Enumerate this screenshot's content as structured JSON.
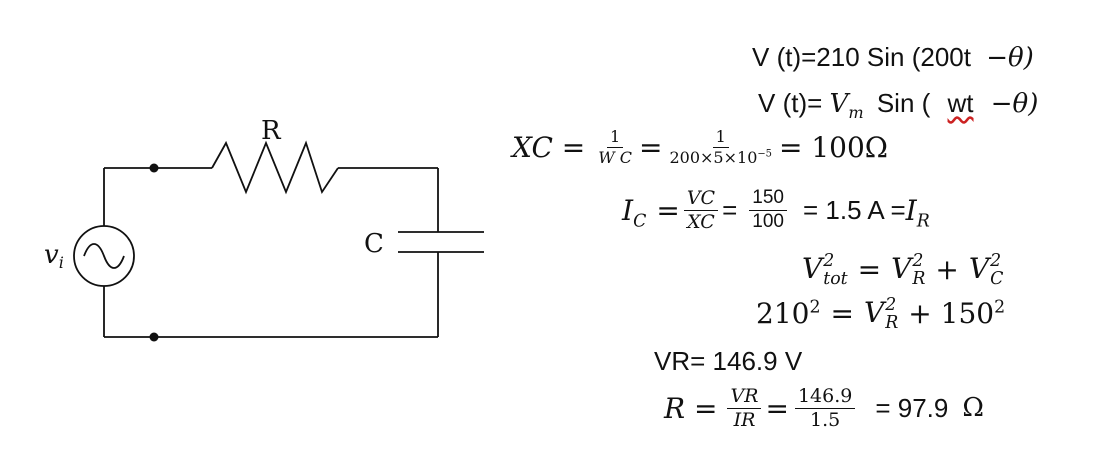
{
  "circuit": {
    "resistor_label": "R",
    "capacitor_label": "C",
    "source_symbol": "v",
    "source_subscript": "i"
  },
  "equations": {
    "vt1": {
      "lhs": "V (t)=210 Sin (200t",
      "theta": "−θ)"
    },
    "vt2": {
      "lhs": "V (t)=",
      "vm": "V",
      "vm_sub": "m",
      "rest": "Sin (",
      "wt": "wt",
      "theta": "−θ)"
    },
    "xc": {
      "lhs": "XC =",
      "f1_num": "1",
      "f1_den": "W C",
      "eq1": "=",
      "f2_num": "1",
      "f2_den": "200×5×10",
      "f2_den_exp": "−5",
      "result": "= 100Ω"
    },
    "ic": {
      "lhs": "I",
      "lhs_sub": "C",
      "eq": "=",
      "f1_num": "VC",
      "f1_den": "XC",
      "eq2": "=",
      "f2_num": "150",
      "f2_den": "100",
      "result": "= 1.5 A =",
      "ir": "I",
      "ir_sub": "R"
    },
    "vtot": {
      "lhs": "V",
      "lhs_sup": "2",
      "lhs_sub": "tot",
      "eq": "=",
      "t1": "V",
      "t1_sup": "2",
      "t1_sub": "R",
      "plus": "+",
      "t2": "V",
      "t2_sup": "2",
      "t2_sub": "C"
    },
    "num": {
      "lhs": "210",
      "lhs_sup": "2",
      "eq": "=",
      "t1": "V",
      "t1_sup": "2",
      "t1_sub": "R",
      "plus": "+ 150",
      "t2_sup": "2"
    },
    "vr": {
      "text": "VR= 146.9 V"
    },
    "r": {
      "lhs": "R =",
      "f1_num": "VR",
      "f1_den": "IR",
      "eq": "=",
      "f2_num": "146.9",
      "f2_den": "1.5",
      "result": "= 97.9",
      "ohm": "Ω"
    }
  }
}
